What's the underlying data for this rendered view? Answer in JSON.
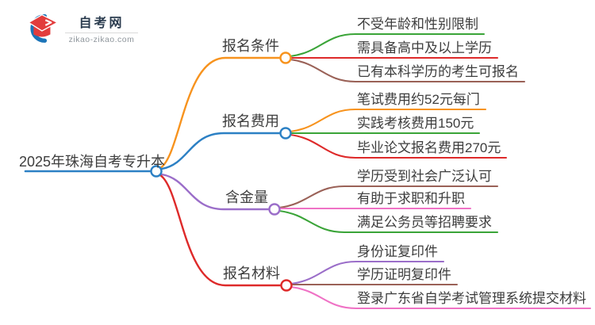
{
  "logo": {
    "title": "自考网",
    "domain": "zikao-zikao.com",
    "brand_red": "#e23c3c",
    "brand_blue": "#1b74b8"
  },
  "mindmap": {
    "text_color": "#3d3d3d",
    "root": {
      "label": "2025年珠海自考专升本",
      "color": "#2c80c4"
    },
    "branches": [
      {
        "label": "报名条件",
        "color": "#f7931e",
        "children": [
          {
            "label": "不受年龄和性别限制",
            "color": "#3aa438"
          },
          {
            "label": "需具备高中及以上学历",
            "color": "#de2a2a"
          },
          {
            "label": "已有本科学历的考生可报名",
            "color": "#9a6157"
          }
        ]
      },
      {
        "label": "报名费用",
        "color": "#2c80c4",
        "children": [
          {
            "label": "笔试费用约52元每门",
            "color": "#f7931e"
          },
          {
            "label": "实践考核费用150元",
            "color": "#3aa438"
          },
          {
            "label": "毕业论文报名费用270元",
            "color": "#de2a2a"
          }
        ]
      },
      {
        "label": "含金量",
        "color": "#9b6ec9",
        "children": [
          {
            "label": "学历受到社会广泛认可",
            "color": "#9a6157"
          },
          {
            "label": "有助于求职和升职",
            "color": "#ef72c5"
          },
          {
            "label": "满足公务员等招聘要求",
            "color": "#3aa438"
          }
        ]
      },
      {
        "label": "报名材料",
        "color": "#de2a2a",
        "children": [
          {
            "label": "身份证复印件",
            "color": "#9b6ec9"
          },
          {
            "label": "学历证明复印件",
            "color": "#9a6157"
          },
          {
            "label": "登录广东省自学考试管理系统提交材料",
            "color": "#ef72c5"
          }
        ]
      }
    ]
  }
}
